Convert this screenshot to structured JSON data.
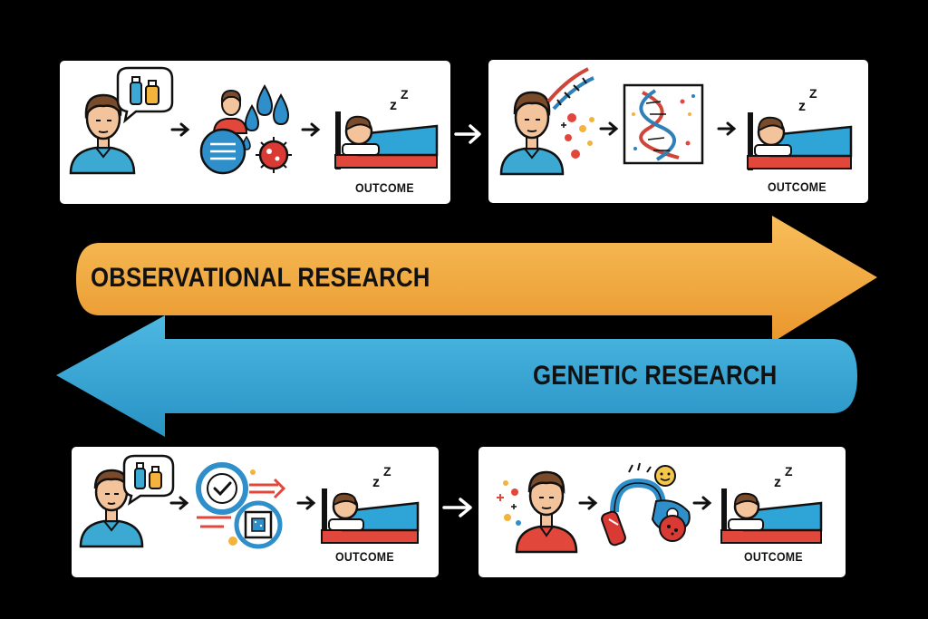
{
  "panels": {
    "top_left": {
      "outcome_label": "OUTCOME"
    },
    "top_right": {
      "outcome_label": "OUTCOME"
    },
    "bottom_left": {
      "outcome_label": "OUTCOME"
    },
    "bottom_right": {
      "outcome_label": "OUTCOME"
    }
  },
  "arrows": {
    "observational": {
      "label": "OBSERVATIONAL RESEARCH",
      "direction": "right",
      "color": "#F4A83A"
    },
    "genetic": {
      "label": "GENETIC RESEARCH",
      "direction": "left",
      "color": "#36A9D8"
    }
  },
  "colors": {
    "background": "#000000",
    "panel": "#FFFFFF",
    "person_shirt_blue": "#3BA9D2",
    "person_shirt_red": "#E2473B",
    "bed_blue": "#2FA4D6",
    "bed_red": "#E2473B",
    "dna_red": "#D0453A",
    "dna_blue": "#2F7FB8"
  },
  "icons": [
    "person-icon",
    "speech-bubble-icon",
    "bottles-icon",
    "arrow-right-icon",
    "droplets-icon",
    "document-circle-icon",
    "virus-icon",
    "sleeping-person-bed-icon",
    "dna-helix-icon",
    "particles-icon",
    "dna-card-icon",
    "checkmark-circle-icon",
    "microchip-icon",
    "magnet-lab-icon",
    "smiley-icon",
    "transition-arrow-icon"
  ]
}
